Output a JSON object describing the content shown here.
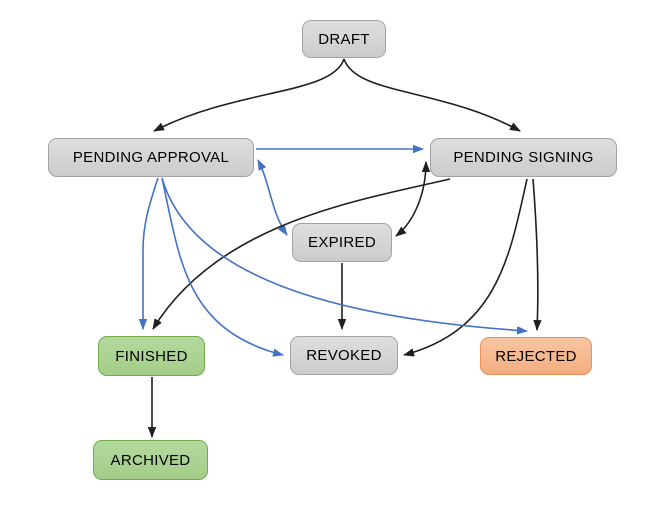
{
  "diagram": {
    "type": "state-diagram",
    "background": "#ffffff"
  },
  "colors": {
    "background": "#ffffff",
    "text": "#000000",
    "edge_black": "#1f1f1f",
    "edge_blue": "#4472c4",
    "gray_fill": "#d5d5d5",
    "gray_border": "#a3a3a3",
    "green_fill": "#abd193",
    "green_border": "#70ad47",
    "orange_fill": "#f6bb91",
    "orange_border": "#e8905c"
  },
  "nodes": [
    {
      "id": "draft",
      "label": "DRAFT",
      "style": "gray"
    },
    {
      "id": "pending-approval",
      "label": "PENDING APPROVAL",
      "style": "gray"
    },
    {
      "id": "pending-signing",
      "label": "PENDING SIGNING",
      "style": "gray"
    },
    {
      "id": "expired",
      "label": "EXPIRED",
      "style": "gray"
    },
    {
      "id": "finished",
      "label": "FINISHED",
      "style": "green"
    },
    {
      "id": "revoked",
      "label": "REVOKED",
      "style": "gray"
    },
    {
      "id": "rejected",
      "label": "REJECTED",
      "style": "orange"
    },
    {
      "id": "archived",
      "label": "ARCHIVED",
      "style": "green"
    }
  ],
  "edges": [
    {
      "from": "draft",
      "to": "pending-approval",
      "color": "black",
      "bidirectional": false
    },
    {
      "from": "draft",
      "to": "pending-signing",
      "color": "black",
      "bidirectional": false
    },
    {
      "from": "pending-approval",
      "to": "pending-signing",
      "color": "blue",
      "bidirectional": false
    },
    {
      "from": "pending-approval",
      "to": "expired",
      "color": "blue",
      "bidirectional": true
    },
    {
      "from": "pending-signing",
      "to": "expired",
      "color": "black",
      "bidirectional": true
    },
    {
      "from": "pending-approval",
      "to": "finished",
      "color": "blue",
      "bidirectional": false
    },
    {
      "from": "pending-signing",
      "to": "finished",
      "color": "black",
      "bidirectional": false
    },
    {
      "from": "pending-approval",
      "to": "revoked",
      "color": "blue",
      "bidirectional": false
    },
    {
      "from": "expired",
      "to": "revoked",
      "color": "black",
      "bidirectional": false
    },
    {
      "from": "pending-signing",
      "to": "revoked",
      "color": "black",
      "bidirectional": false
    },
    {
      "from": "pending-approval",
      "to": "rejected",
      "color": "blue",
      "bidirectional": false
    },
    {
      "from": "pending-signing",
      "to": "rejected",
      "color": "black",
      "bidirectional": false
    },
    {
      "from": "finished",
      "to": "archived",
      "color": "black",
      "bidirectional": false
    }
  ]
}
